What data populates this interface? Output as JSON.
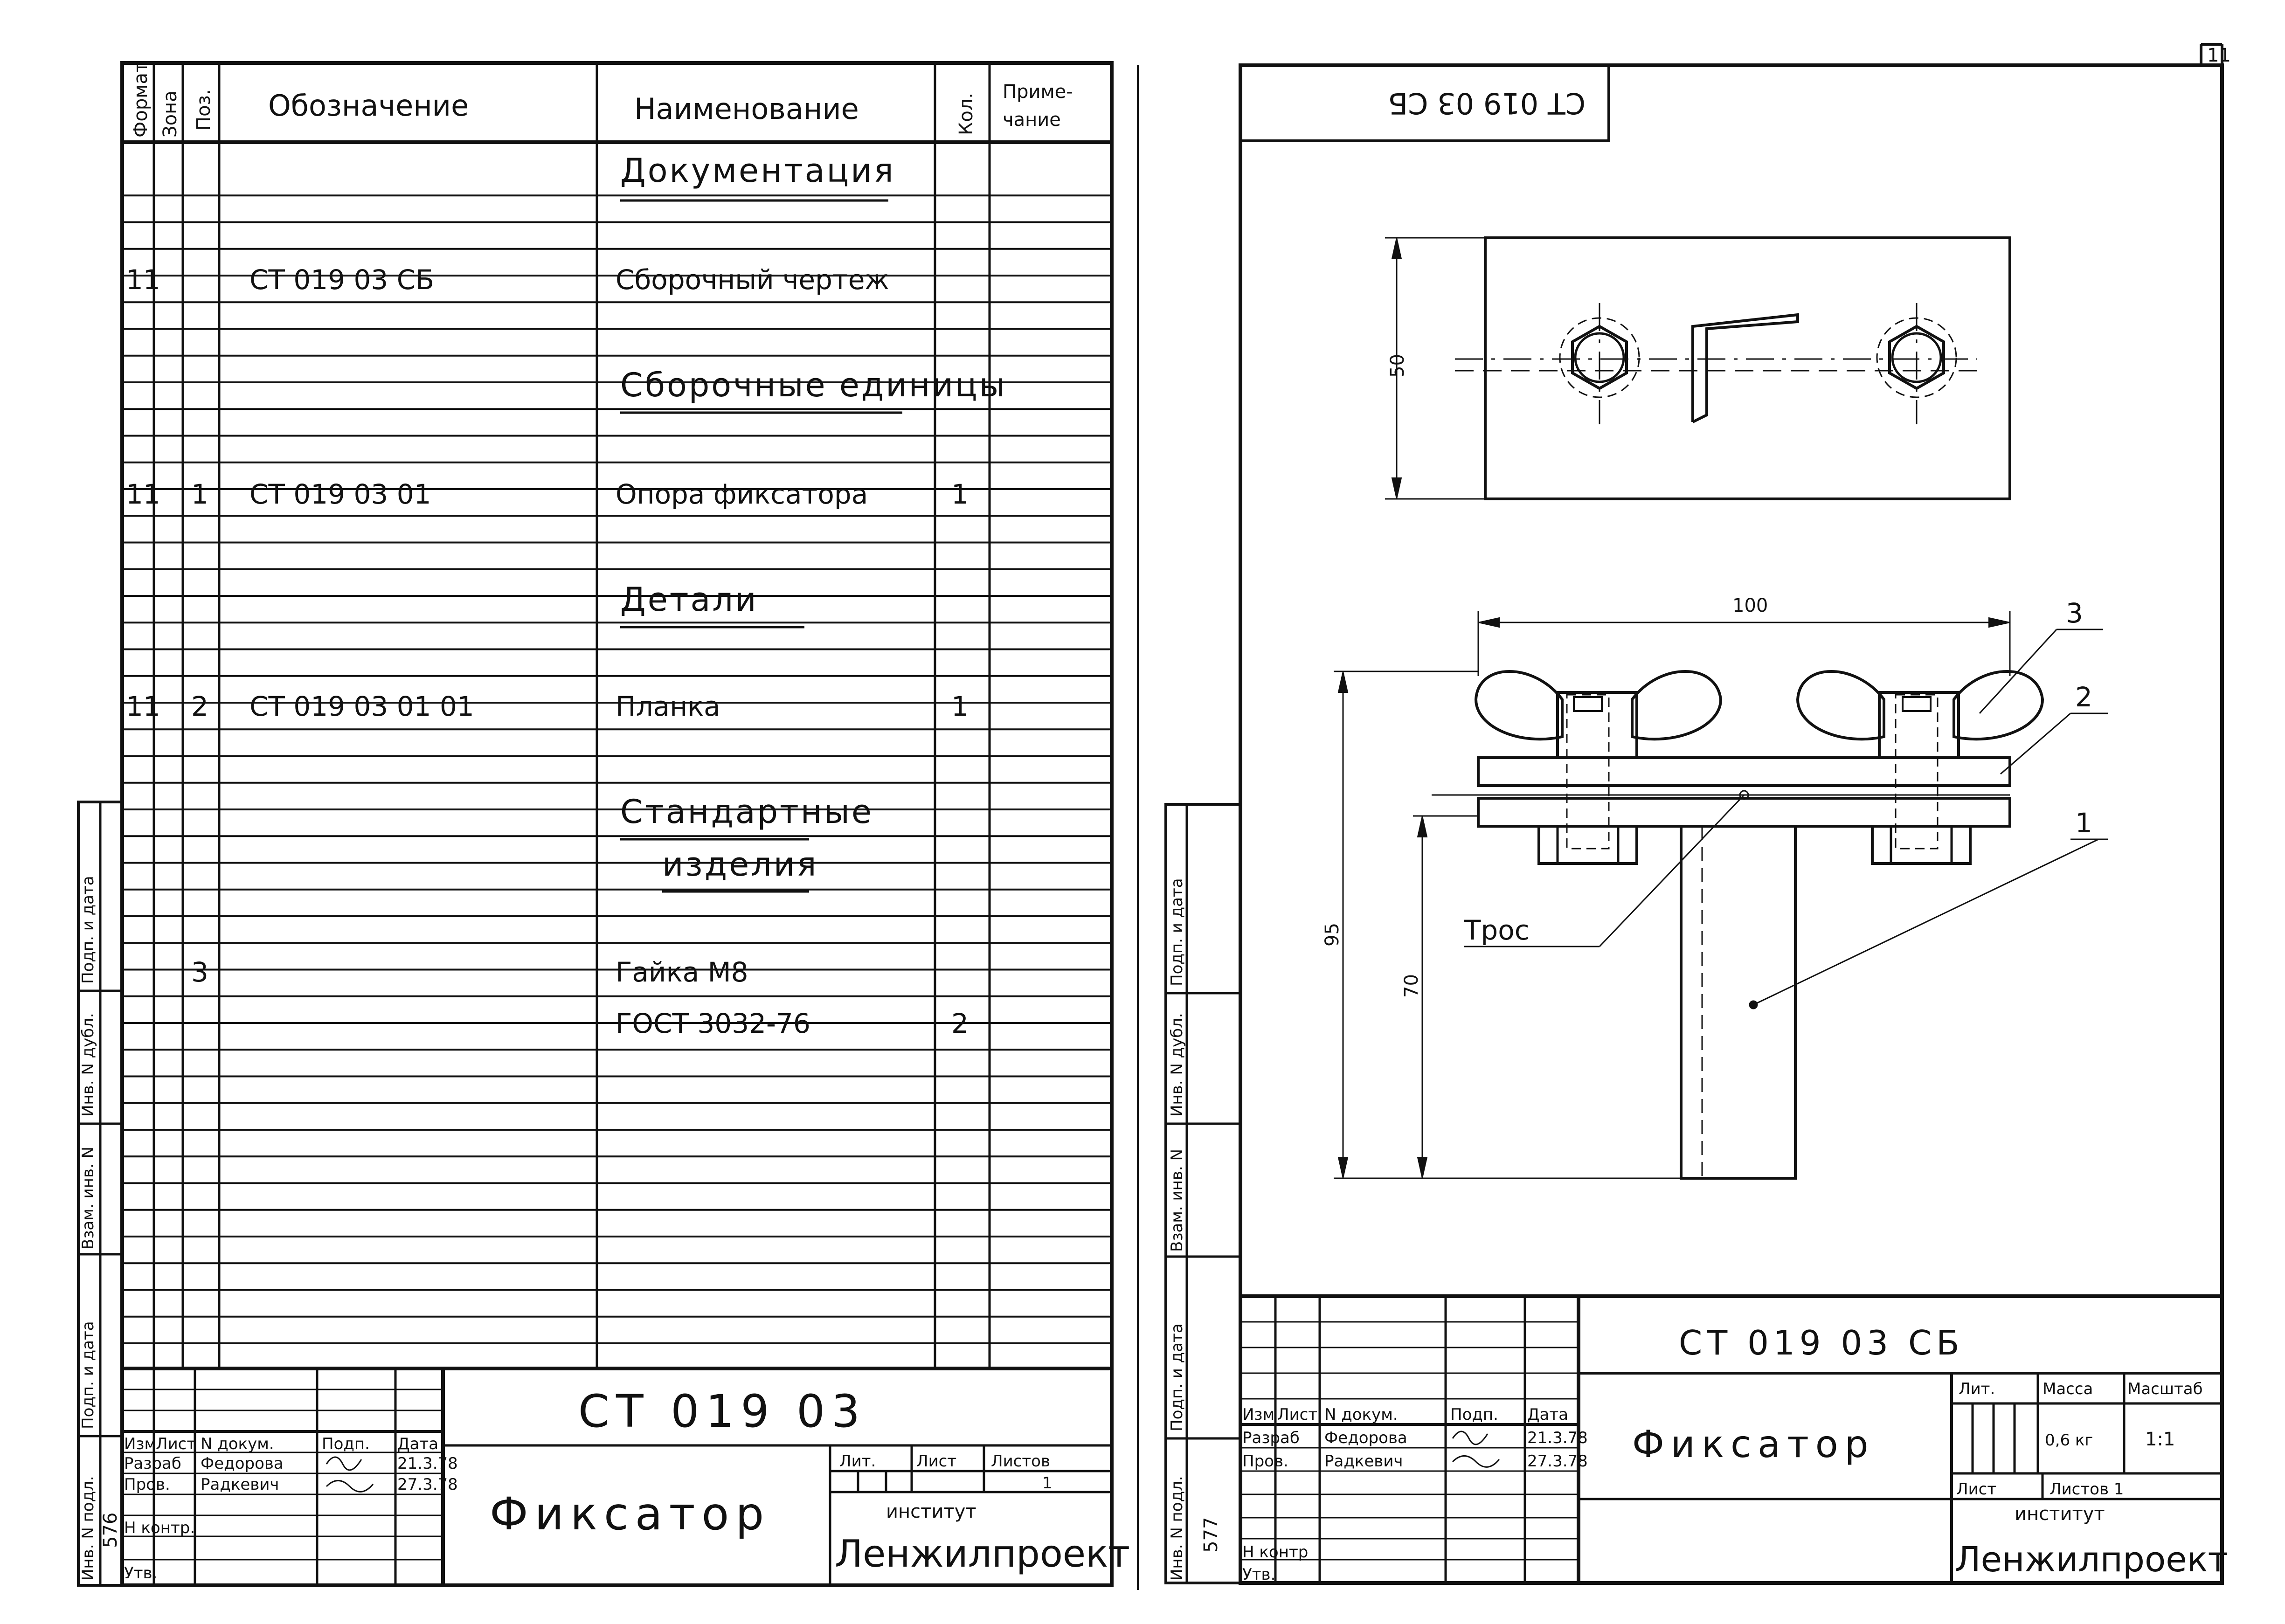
{
  "left_sheet": {
    "spec_header": {
      "format": "Формат",
      "zone": "Зона",
      "pos": "Поз.",
      "designation": "Обозначение",
      "name": "Наименование",
      "qty": "Кол.",
      "note_line1": "Приме-",
      "note_line2": "чание"
    },
    "spec_rows": [
      {
        "format": "",
        "pos": "",
        "designation": "",
        "name": "Документация",
        "qty": "",
        "section": true
      },
      {
        "format": "11",
        "pos": "",
        "designation": "СТ 019 03 СБ",
        "name": "Сборочный чертеж",
        "qty": ""
      },
      {
        "format": "",
        "pos": "",
        "designation": "",
        "name": "Сборочные единицы",
        "qty": "",
        "section": true
      },
      {
        "format": "11",
        "pos": "1",
        "designation": "СТ 019 03 01",
        "name": "Опора фиксатора",
        "qty": "1"
      },
      {
        "format": "",
        "pos": "",
        "designation": "",
        "name": "Детали",
        "qty": "",
        "section": true
      },
      {
        "format": "11",
        "pos": "2",
        "designation": "СТ 019 03 01 01",
        "name": "Планка",
        "qty": "1"
      },
      {
        "format": "",
        "pos": "",
        "designation": "",
        "name": "Стандартные",
        "qty": "",
        "section": true
      },
      {
        "format": "",
        "pos": "",
        "designation": "",
        "name": "изделия",
        "qty": "",
        "section": true
      },
      {
        "format": "",
        "pos": "3",
        "designation": "",
        "name": "Гайка М8",
        "qty": ""
      },
      {
        "format": "",
        "pos": "",
        "designation": "",
        "name": "ГОСТ 3032-76",
        "qty": "2"
      }
    ],
    "side_labels": [
      "Подп. и дата",
      "Инв. N дубл.",
      "Взам. инв. N",
      "Подп. и дата",
      "Инв. N подл."
    ],
    "inv_number": "576",
    "title_block": {
      "code": "СТ 019 03",
      "name": "Фиксатор",
      "col_izm": "Изм",
      "col_list": "Лист",
      "col_doc": "N докум.",
      "col_sign": "Подп.",
      "col_date": "Дата",
      "role_dev": "Разраб",
      "dev_name": "Федорова",
      "dev_date": "21.3.78",
      "role_chk": "Пров.",
      "chk_name": "Радкевич",
      "chk_date": "27.3.78",
      "role_nkontr": "Н контр.",
      "role_utv": "Утв.",
      "lit_label": "Лит.",
      "sheet_label": "Лист",
      "sheets_label": "Листов",
      "sheets_value": "1",
      "institute_label": "институт",
      "institute_name": "Ленжилпроект"
    }
  },
  "right_sheet": {
    "page_number": "11",
    "stamp_code": "СТ 019 03 СБ",
    "dimensions": {
      "width_top": "50",
      "length": "100",
      "height_total": "95",
      "height_post": "70"
    },
    "callouts": [
      "3",
      "2",
      "1"
    ],
    "cable_label": "Трос",
    "side_labels": [
      "Подп. и дата",
      "Инв. N дубл.",
      "Взам. инв. N",
      "Подп. и дата",
      "Инв. N подл."
    ],
    "inv_number": "577",
    "title_block": {
      "code": "СТ 019 03 СБ",
      "name": "Фиксатор",
      "col_izm": "Изм",
      "col_list": "Лист",
      "col_doc": "N докум.",
      "col_sign": "Подп.",
      "col_date": "Дата",
      "role_dev": "Разраб",
      "dev_name": "Федорова",
      "dev_date": "21.3.78",
      "role_chk": "Пров.",
      "chk_name": "Радкевич",
      "chk_date": "27.3.78",
      "role_nkontr": "Н контр",
      "role_utv": "Утв.",
      "lit_label": "Лит.",
      "mass_label": "Масса",
      "scale_label": "Масштаб",
      "mass_value": "0,6 кг",
      "scale_value": "1:1",
      "sheet_label": "Лист",
      "sheets_label": "Листов 1",
      "institute_label": "институт",
      "institute_name": "Ленжилпроект"
    }
  }
}
